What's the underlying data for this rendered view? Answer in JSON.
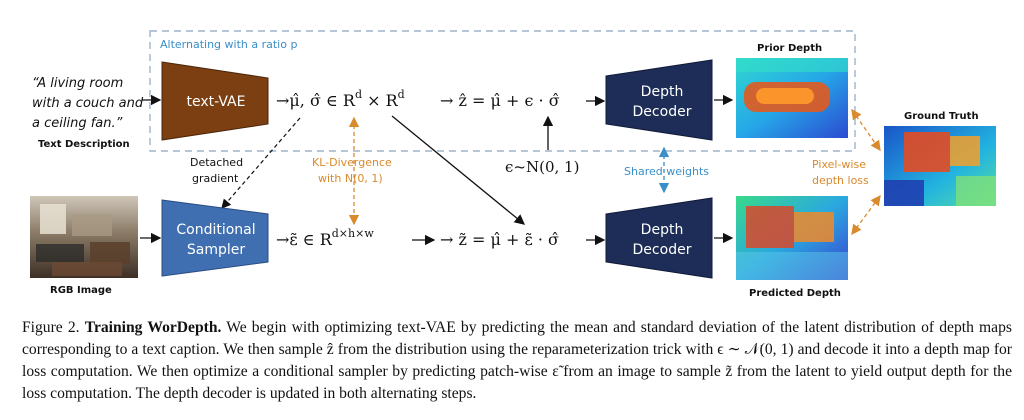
{
  "figure": {
    "alternating_label": "Alternating with a ratio p",
    "text_input": {
      "lines": [
        "“A living room",
        "with a couch and",
        "a ceiling fan.”"
      ],
      "label": "Text Description"
    },
    "rgb_label": "RGB Image",
    "text_vae_label": "text-VAE",
    "sampler_label": [
      "Conditional",
      "Sampler"
    ],
    "decoder_label": [
      "Depth",
      "Decoder"
    ],
    "top_latent": "→μ̂, σ̂  ∈ R",
    "top_latent_exp1": "d",
    "top_latent_times": " × R",
    "top_latent_exp2": "d",
    "top_z": "→ ẑ = μ̂ + ϵ · σ̂",
    "bottom_latent": "→ε̃ ∈ R",
    "bottom_latent_exp": "d×h×w",
    "bottom_z": "→ z̃ = μ̂ + ε̃ · σ̂",
    "kl_lines": [
      "KL-Divergence",
      "with N(0, 1)"
    ],
    "detached_lines": [
      "Detached",
      "gradient"
    ],
    "noise": "ϵ~N(0, 1)",
    "shared_weights": "Shared weights",
    "pixel_loss_lines": [
      "Pixel-wise",
      "depth loss"
    ],
    "prior_depth": "Prior Depth",
    "predicted_depth": "Predicted Depth",
    "ground_truth": "Ground Truth",
    "colors": {
      "vae": "#7b3f12",
      "sampler": "#3f6fb0",
      "decoder": "#1d2d57",
      "dashed_box": "#9fb3cc",
      "orange": "#d88a2c",
      "blue_text": "#3a8fc8"
    }
  },
  "caption": {
    "prefix": "Figure 2. ",
    "title": "Training WorDepth.",
    "body": " We begin with optimizing text-VAE by predicting the mean and standard deviation of the latent distribution of depth maps corresponding to a text caption. We then sample ẑ from the distribution using the reparameterization trick with ϵ ∼ 𝒩(0, 1) and decode it into a depth map for loss computation. We then optimize a conditional sampler by predicting patch-wise ε̃ from an image to sample z̃ from the latent to yield output depth for the loss computation. The depth decoder is updated in both alternating steps."
  }
}
